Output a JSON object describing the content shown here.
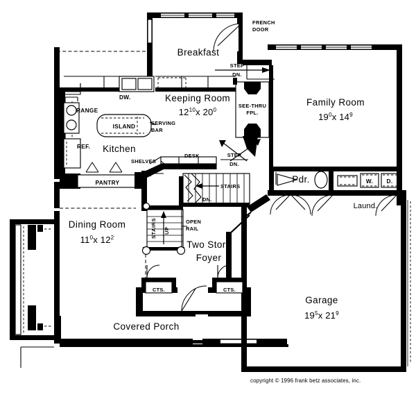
{
  "document": {
    "type": "architectural-floor-plan",
    "level": "main-floor",
    "copyright": "copyright © 1996 frank betz associates, inc."
  },
  "rooms": [
    {
      "key": "breakfast",
      "name": "Breakfast",
      "dim": null,
      "w": null,
      "w_sup": null,
      "h": null,
      "h_sup": null
    },
    {
      "key": "keeping",
      "name": "Keeping Room",
      "dim": "12¹⁰x 20⁰",
      "w": "12",
      "w_sup": "10",
      "h": "20",
      "h_sup": "0"
    },
    {
      "key": "family",
      "name": "Family Room",
      "dim": "19⁰x 14⁹",
      "w": "19",
      "w_sup": "0",
      "h": "14",
      "h_sup": "9"
    },
    {
      "key": "kitchen",
      "name": "Kitchen",
      "dim": null,
      "w": null,
      "w_sup": null,
      "h": null,
      "h_sup": null
    },
    {
      "key": "dining",
      "name": "Dining Room",
      "dim": "11⁰x 12²",
      "w": "11",
      "w_sup": "0",
      "h": "12",
      "h_sup": "2"
    },
    {
      "key": "foyer",
      "name": "Two Story",
      "name2": "Foyer",
      "dim": null,
      "w": null,
      "w_sup": null,
      "h": null,
      "h_sup": null
    },
    {
      "key": "garage",
      "name": "Garage",
      "dim": "19⁵x 21⁹",
      "w": "19",
      "w_sup": "5",
      "h": "21",
      "h_sup": "9"
    },
    {
      "key": "porch",
      "name": "Covered Porch",
      "dim": null,
      "w": null,
      "w_sup": null,
      "h": null,
      "h_sup": null
    },
    {
      "key": "powder",
      "name": "Pdr.",
      "dim": null,
      "w": null,
      "w_sup": null,
      "h": null,
      "h_sup": null
    },
    {
      "key": "laundry",
      "name": "Laund.",
      "dim": null,
      "w": null,
      "w_sup": null,
      "h": null,
      "h_sup": null
    }
  ],
  "labels": {
    "french_door_l1": "FRENCH",
    "french_door_l2": "DOOR",
    "step_dn_1_l1": "STEP",
    "step_dn_1_l2": "DN.",
    "step_dn_2_l1": "STEP",
    "step_dn_2_l2": "DN.",
    "see_thru_l1": "SEE-THRU",
    "see_thru_l2": "FPL.",
    "dishwasher": "DW.",
    "range": "RANGE",
    "refrigerator": "REF.",
    "island": "ISLAND",
    "serving_bar_l1": "SERVING",
    "serving_bar_l2": "BAR",
    "pantry": "PANTRY",
    "shelves": "SHELVES",
    "desk": "DESK",
    "stairs_dn_l1": "STAIRS",
    "stairs_dn_l2": "DN.",
    "stairs_up_l1": "STAIRS",
    "stairs_up_l2": "UP",
    "open_rail_l1": "OPEN",
    "open_rail_l2": "RAIL",
    "coats_left": "CTS.",
    "coats_right": "CTS.",
    "washer": "W.",
    "dryer": "D."
  },
  "colors": {
    "ink": "#000000",
    "paper": "#ffffff"
  }
}
